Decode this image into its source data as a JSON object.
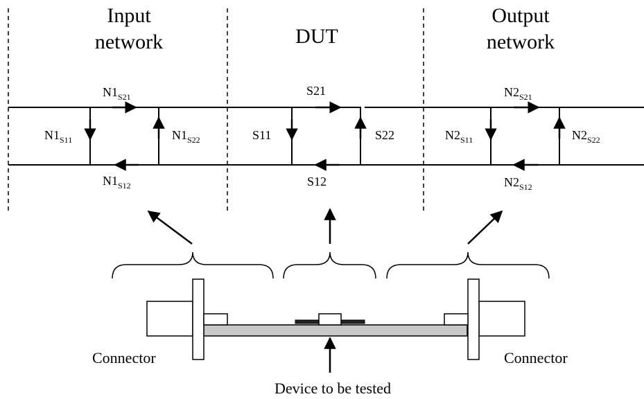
{
  "sections": {
    "input": {
      "line1": "Input",
      "line2": "network"
    },
    "dut": {
      "title": "DUT"
    },
    "output": {
      "line1": "Output",
      "line2": "network"
    }
  },
  "params": {
    "n1_s21": {
      "base": "N1",
      "sub": "S21"
    },
    "n1_s11": {
      "base": "N1",
      "sub": "S11"
    },
    "n1_s22": {
      "base": "N1",
      "sub": "S22"
    },
    "n1_s12": {
      "base": "N1",
      "sub": "S12"
    },
    "s21": "S21",
    "s11": "S11",
    "s22": "S22",
    "s12": "S12",
    "n2_s21": {
      "base": "N2",
      "sub": "S21"
    },
    "n2_s11": {
      "base": "N2",
      "sub": "S11"
    },
    "n2_s22": {
      "base": "N2",
      "sub": "S22"
    },
    "n2_s12": {
      "base": "N2",
      "sub": "S12"
    }
  },
  "labels": {
    "connector_left": "Connector",
    "connector_right": "Connector",
    "device": "Device to be tested"
  },
  "colors": {
    "line": "#000000",
    "substrate": "#c8c8c8",
    "background": "#ffffff"
  }
}
